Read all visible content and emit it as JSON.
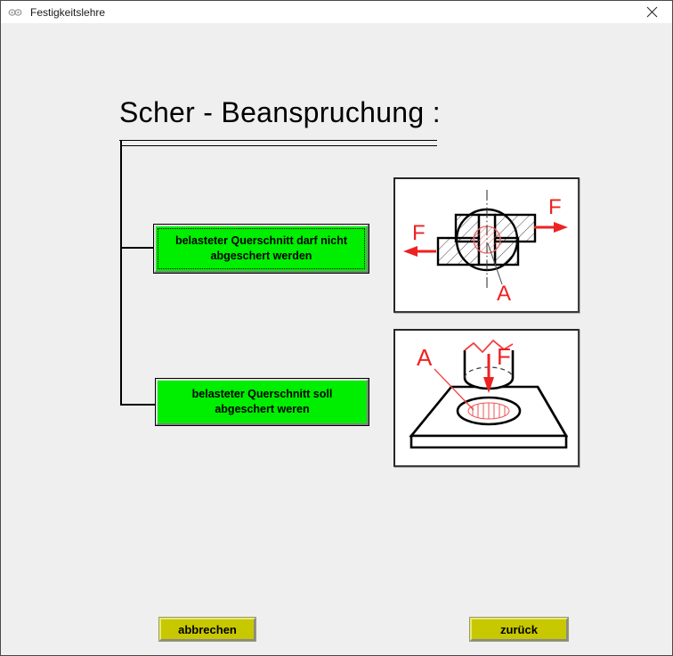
{
  "window": {
    "title": "Festigkeitslehre",
    "app_icon": "binoculars-icon",
    "close_icon": "close-icon",
    "background_color": "#efefef"
  },
  "content": {
    "page_title": "Scher - Beanspruchung :"
  },
  "options": [
    {
      "id": "no-shear",
      "label": "belasteter Querschnitt darf nicht abgeschert werden",
      "line1": "belasteter Querschnitt darf nicht",
      "line2": "abgeschert werden",
      "color": "#00ee00",
      "focused": "true"
    },
    {
      "id": "shear",
      "label": "belasteter Querschnitt soll abgeschert weren",
      "line1": "belasteter Querschnitt soll",
      "line2": "abgeschert weren",
      "color": "#00ee00",
      "focused": "false"
    }
  ],
  "diagrams": [
    {
      "id": "rivet-joint",
      "name": "riveted-lap-joint-shear-diagram",
      "labels": {
        "force_left": "F",
        "force_right": "F",
        "area": "A"
      },
      "annotation_color": "#ee2222"
    },
    {
      "id": "punch-plate",
      "name": "punching-shear-diagram",
      "labels": {
        "force": "F",
        "area": "A"
      },
      "annotation_color": "#ee2222"
    }
  ],
  "buttons": {
    "cancel_label": "abbrechen",
    "back_label": "zurück",
    "color": "#c8c800"
  }
}
